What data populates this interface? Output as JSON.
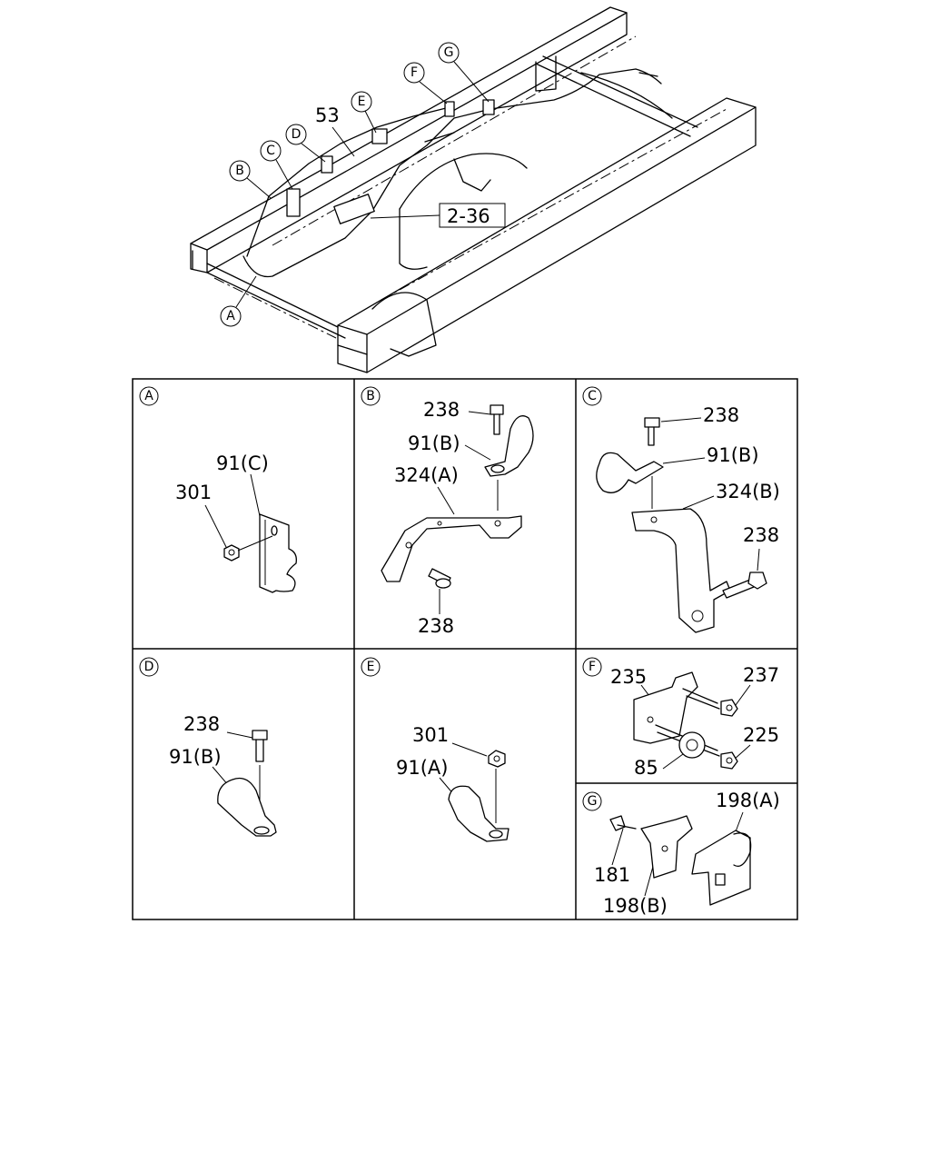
{
  "overview": {
    "callouts": [
      "A",
      "B",
      "C",
      "D",
      "E",
      "F",
      "G"
    ],
    "part_53": "53",
    "ref_box": "2-36"
  },
  "panels": {
    "A": {
      "letter": "A",
      "labels": {
        "bracket": "91(C)",
        "nut": "301"
      }
    },
    "B": {
      "letter": "B",
      "labels": {
        "bolt_top": "238",
        "clip": "91(B)",
        "bracket": "324(A)",
        "bolt_bottom": "238"
      }
    },
    "C": {
      "letter": "C",
      "labels": {
        "bolt_top": "238",
        "clip": "91(B)",
        "bracket": "324(B)",
        "bolt_side": "238"
      }
    },
    "D": {
      "letter": "D",
      "labels": {
        "bolt": "238",
        "clip": "91(B)"
      }
    },
    "E": {
      "letter": "E",
      "labels": {
        "nut": "301",
        "clip": "91(A)"
      }
    },
    "F": {
      "letter": "F",
      "labels": {
        "plate": "235",
        "nut_top": "237",
        "nut_bottom": "225",
        "clip": "85"
      }
    },
    "G": {
      "letter": "G",
      "labels": {
        "bracket_a": "198(A)",
        "bolt": "181",
        "bracket_b": "198(B)"
      }
    }
  }
}
